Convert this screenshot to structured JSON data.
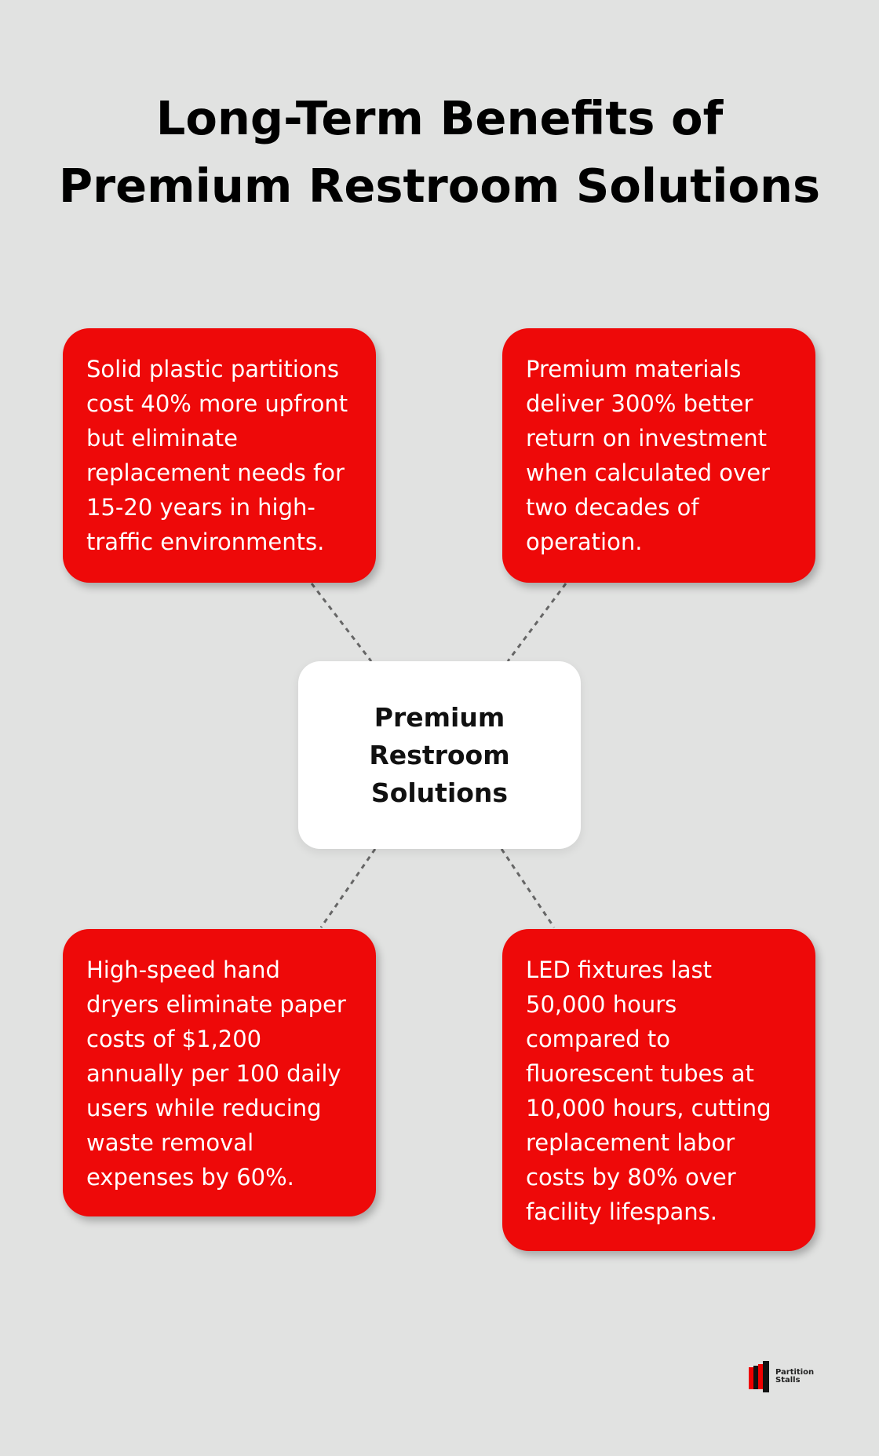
{
  "title": {
    "line1": "Long-Term Benefits of",
    "line2": "Premium Restroom Solutions"
  },
  "center": {
    "label": "Premium Restroom Solutions"
  },
  "cards": [
    {
      "text": "Solid plastic partitions cost 40% more upfront but eliminate replacement needs for 15-20 years in high-traffic environments."
    },
    {
      "text": "Premium materials deliver 300% better return on investment when calculated over two decades of operation."
    },
    {
      "text": "High-speed hand dryers eliminate paper costs of $1,200 annually per 100 daily users while reducing waste removal expenses by 60%."
    },
    {
      "text": "LED fixtures last 50,000 hours compared to fluorescent tubes at 10,000 hours, cutting replacement labor costs by 80% over facility lifespans."
    }
  ],
  "logo": {
    "line1": "Partition",
    "line2": "Stalls"
  },
  "colors": {
    "card": "#ee0909",
    "background": "#e1e2e1"
  }
}
